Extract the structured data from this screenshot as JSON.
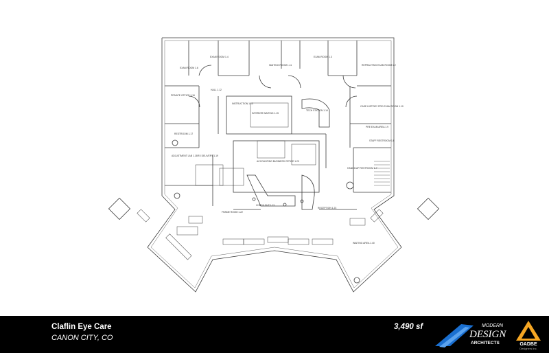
{
  "footer": {
    "project_name": "Claflin Eye Care",
    "location": "CANON CITY, CO",
    "area": "3,490 sf",
    "architect_logo": {
      "line1": "MODERN",
      "line2": "DESIGN",
      "line3": "ARCHITECTS",
      "color": "#1a6fd0"
    },
    "designer_logo": {
      "name": "OADBE",
      "tagline": "Designers Inc.",
      "color": "#f5a623"
    }
  },
  "rooms": [
    {
      "label": "EXAM ROOM 1.6"
    },
    {
      "label": "EXAM ROOM 1.4"
    },
    {
      "label": "WAITING ROOM 1.11"
    },
    {
      "label": "EXAM ROOM 1.3"
    },
    {
      "label": "REFRACTING EXAM ROOM 1.2"
    },
    {
      "label": "PRIVATE OFFICE 1.16"
    },
    {
      "label": "HALL 1.12"
    },
    {
      "label": "INSTRUCTION 1.13"
    },
    {
      "label": "INTERIOR WAITING 1.15"
    },
    {
      "label": "TECH STATION 1.14"
    },
    {
      "label": "CASE HISTORY PRE-EXAM ROOM 1.10"
    },
    {
      "label": "PRE EXAM AREA 1.9"
    },
    {
      "label": "RESTROOM 1.17"
    },
    {
      "label": "STAFF RESTROOM 1.8"
    },
    {
      "label": "ADJUSTMENT LAB 1.18"
    },
    {
      "label": "RX DELIVERY 1.19"
    },
    {
      "label": "ACCOUNTING BUSINESS OFFICE 1.20"
    },
    {
      "label": "HANDICAP RESTROOM 1.7"
    },
    {
      "label": "FRAME ROOM 1.22"
    },
    {
      "label": "CHECK OUT 1.21"
    },
    {
      "label": "RECEPTION 1.23"
    },
    {
      "label": "WAITING AREA 1.40"
    }
  ]
}
